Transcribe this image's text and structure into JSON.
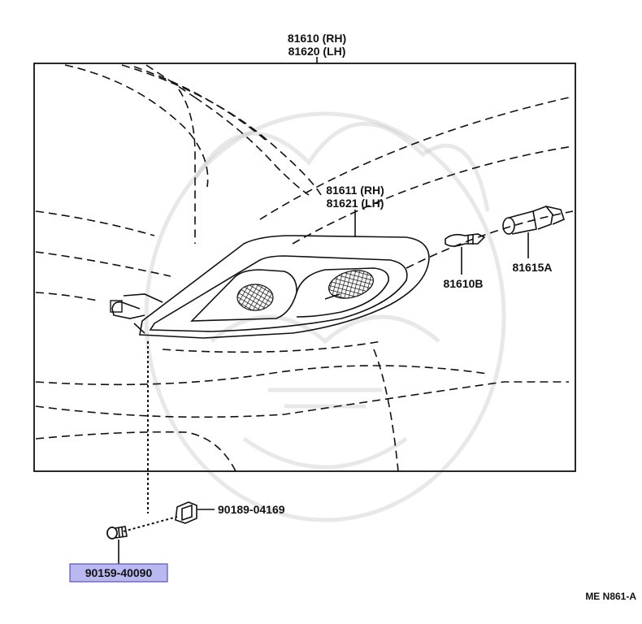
{
  "diagram": {
    "labels": {
      "assembly_rh": "81610 (RH)",
      "assembly_lh": "81620 (LH)",
      "lens_rh": "81611 (RH)",
      "lens_lh": "81621 (LH)",
      "bulb": "81610B",
      "socket": "81615A",
      "clip": "90189-04169",
      "screw": "90159-40090",
      "figure_code": "ME N861-A"
    },
    "colors": {
      "highlight": "#b9b9f0",
      "highlight_border": "#3a3ab8",
      "ink": "#111111"
    }
  }
}
